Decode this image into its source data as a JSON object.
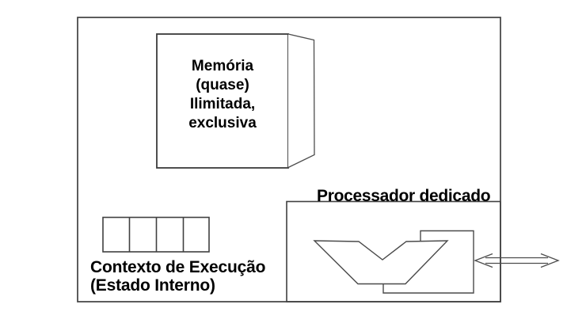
{
  "diagram": {
    "title_none_shown": "",
    "background_color": "#ffffff",
    "line_color": "#404040",
    "text_color": "#000000",
    "memory_box": {
      "label": "Memória\n(quase)\nIlimitada,\nexclusiva"
    },
    "execution_context": {
      "label": "Contexto de Execução\n(Estado Interno)",
      "register_cells": 4
    },
    "processor": {
      "label": "Processador dedicado"
    },
    "io_arrow": {
      "icon": "bidirectional-horizontal-arrow",
      "color": "#4d4d4d"
    }
  }
}
